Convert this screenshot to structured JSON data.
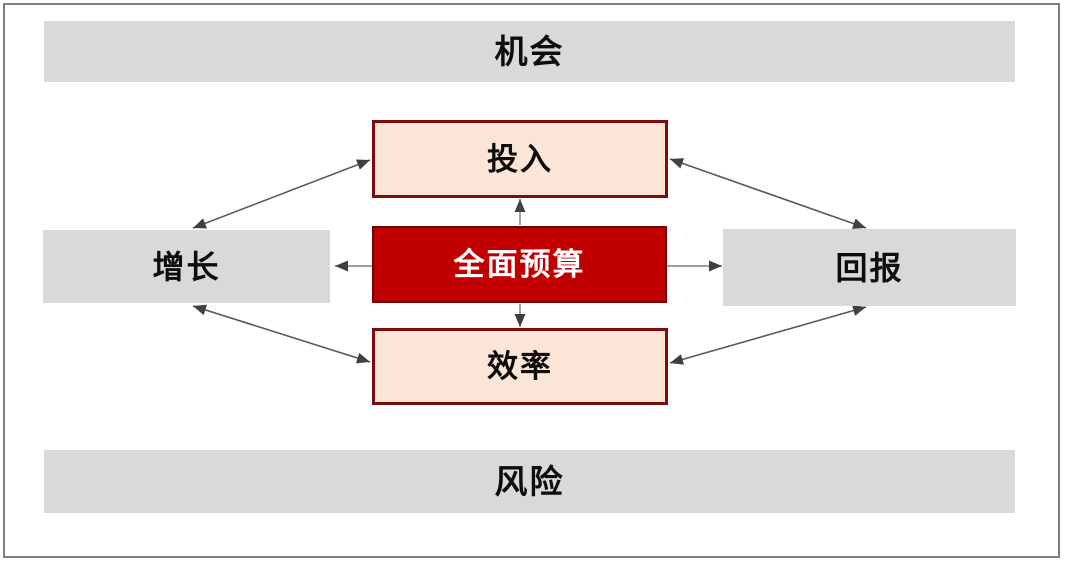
{
  "colors": {
    "gray_fill": "#D9D9D9",
    "peach_fill": "#FBE5D6",
    "maroon_border": "#7B0D0D",
    "center_red": "#C00000",
    "center_border": "#6E0505",
    "frame_border": "#7F7F7F",
    "line_light": "#909090",
    "line_dark": "#595959",
    "arrow_head": "#404040",
    "text_black": "#0D0D0D",
    "text_white": "#FFFFFF"
  },
  "nodes": {
    "opportunity": "机会",
    "risk": "风险",
    "growth": "增长",
    "return": "回报",
    "input": "投入",
    "efficiency": "效率",
    "center": "全面预算"
  }
}
